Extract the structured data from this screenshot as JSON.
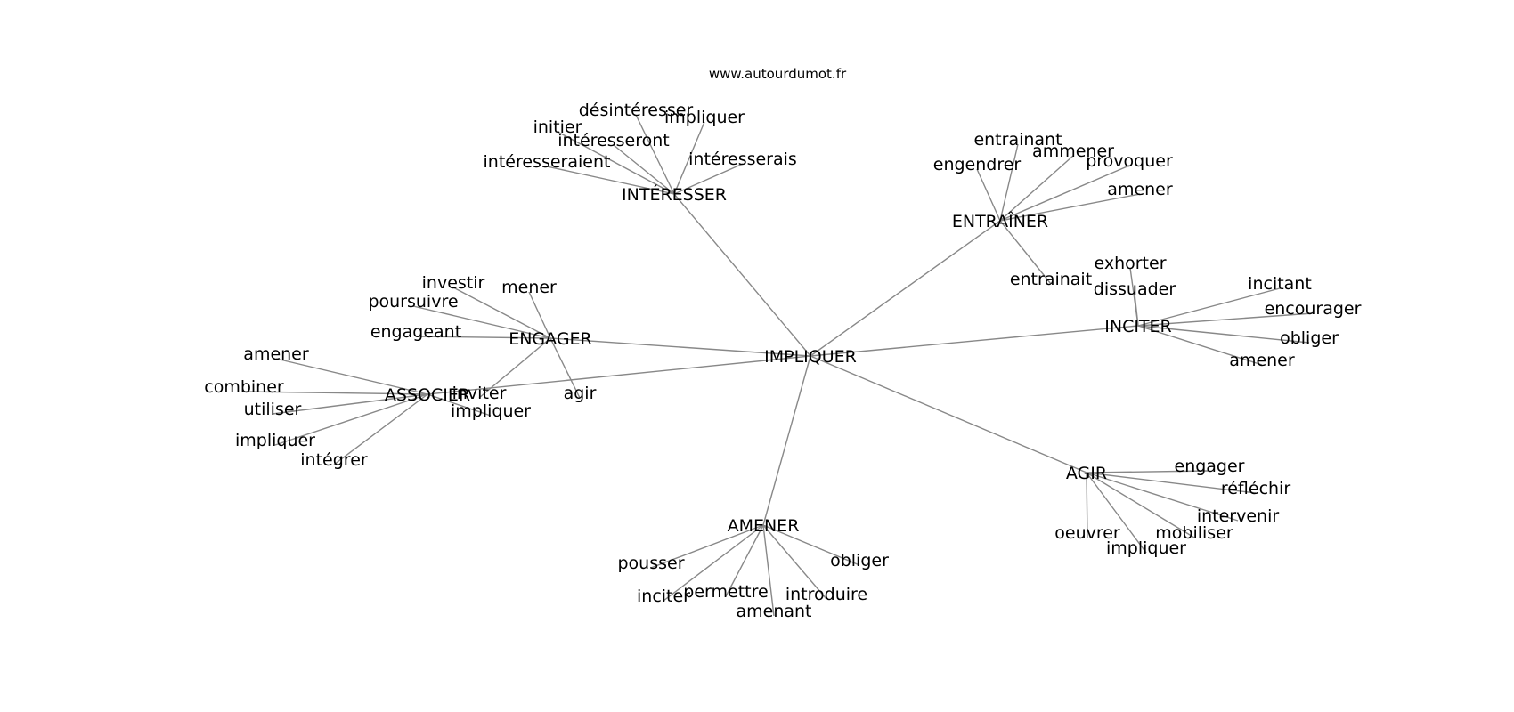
{
  "site": "www.autourdumot.fr",
  "graph": {
    "center": {
      "id": "impliquer",
      "label": "IMPLIQUER"
    },
    "groups": [
      {
        "id": "interesser",
        "label": "INTÉRESSER",
        "children": [
          "intéresseraient",
          "initier",
          "désintéresser",
          "intéresseront",
          "impliquer",
          "intéresserais"
        ]
      },
      {
        "id": "entrainer",
        "label": "ENTRAÎNER",
        "children": [
          "engendrer",
          "entrainant",
          "ammener",
          "provoquer",
          "amener",
          "entrainait"
        ]
      },
      {
        "id": "engager",
        "label": "ENGAGER",
        "children": [
          "investir",
          "mener",
          "poursuivre",
          "engageant",
          "inviter",
          "agir"
        ]
      },
      {
        "id": "associer",
        "label": "ASSOCIER",
        "children": [
          "amener",
          "combiner",
          "utiliser",
          "impliquer",
          "intégrer",
          "impliquer"
        ]
      },
      {
        "id": "inciter",
        "label": "INCITER",
        "children": [
          "exhorter",
          "dissuader",
          "incitant",
          "encourager",
          "obliger",
          "amener"
        ]
      },
      {
        "id": "agir",
        "label": "AGIR",
        "children": [
          "engager",
          "réfléchir",
          "intervenir",
          "mobiliser",
          "impliquer",
          "oeuvrer"
        ]
      },
      {
        "id": "amener",
        "label": "AMENER",
        "children": [
          "pousser",
          "inciter",
          "permettre",
          "amenant",
          "introduire",
          "obliger"
        ]
      }
    ]
  }
}
